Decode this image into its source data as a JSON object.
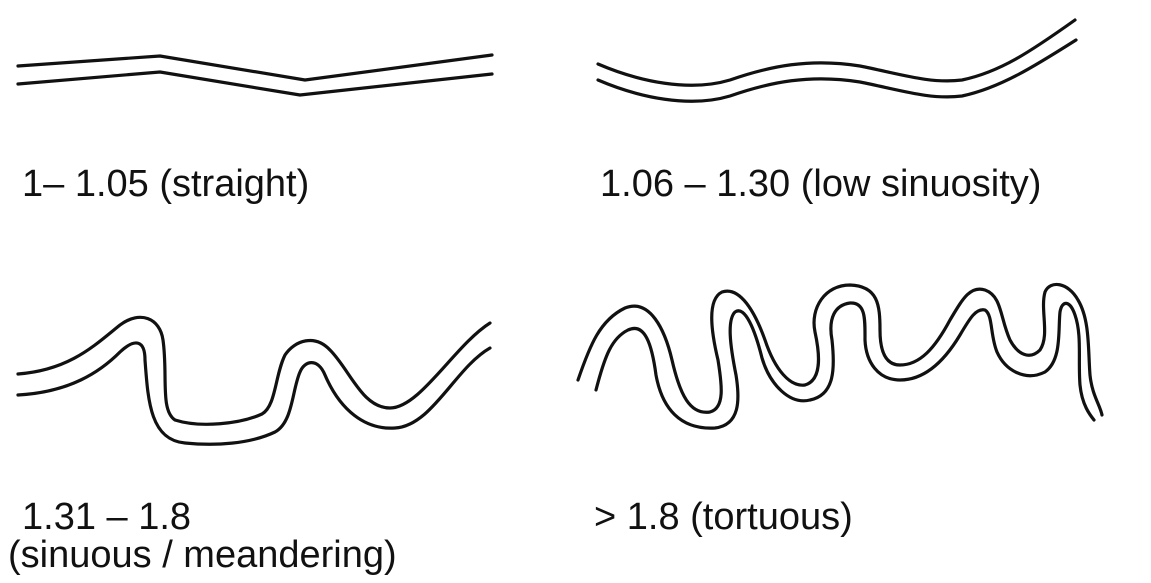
{
  "panels": [
    {
      "range": "1– 1.05 (straight)",
      "class_label": ""
    },
    {
      "range": "1.06 – 1.30 (low sinuosity)",
      "class_label": ""
    },
    {
      "range": "1.31 – 1.8",
      "class_label": "(sinuous / meandering)"
    },
    {
      "range": "> 1.8 (tortuous)",
      "class_label": ""
    }
  ]
}
